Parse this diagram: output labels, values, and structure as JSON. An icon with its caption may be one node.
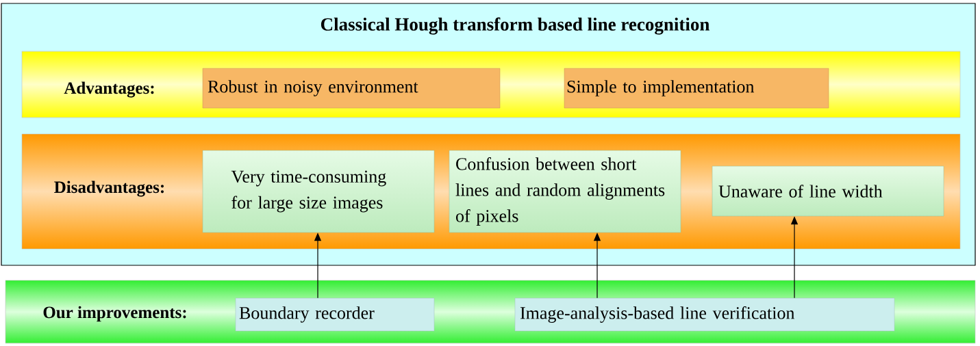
{
  "diagram": {
    "nodes": [
      {
        "text": [
          "Classical Hough transform based line recognition"
        ]
      },
      {
        "text": [
          "Advantages:"
        ],
        "in": 0
      },
      {
        "text": [
          "Robust in noisy environment"
        ],
        "in": 1
      },
      {
        "text": [
          "Simple to implementation"
        ],
        "in": 1
      },
      {
        "text": [
          "Disadvantages:"
        ],
        "in": 0
      },
      {
        "text": [
          "Very time-consuming for large size images"
        ],
        "in": 4
      },
      {
        "text": [
          "Confusion between short lines and random alignments of pixels"
        ],
        "in": 4
      },
      {
        "text": [
          "Unaware of line width"
        ],
        "in": 4
      },
      {
        "text": [
          "Our improvements:"
        ]
      },
      {
        "text": [
          "Boundary recorder"
        ],
        "in": 8
      },
      {
        "text": [
          "Image-analysis-based line verification"
        ],
        "in": 8
      }
    ],
    "edges": [
      {
        "from": 9,
        "to": 5,
        "arrow": "to"
      },
      {
        "from": 10,
        "to": 6,
        "arrow": "to"
      },
      {
        "from": 10,
        "to": 7,
        "arrow": "to"
      }
    ]
  }
}
